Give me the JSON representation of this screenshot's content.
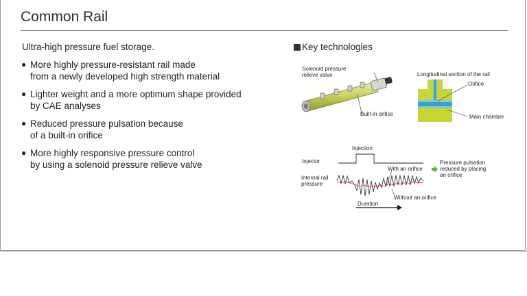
{
  "slide": {
    "title": "Common Rail",
    "subtitle": "Ultra-high pressure fuel storage.",
    "bullets": [
      {
        "marker": "●",
        "text": "More highly pressure-resistant rail made\n  from a newly developed high strength material"
      },
      {
        "marker": "●",
        "text": "Lighter weight and a more optimum shape provided\n  by CAE analyses"
      },
      {
        "marker": "●",
        "text": "Reduced pressure pulsation because\n  of a built-in orifice"
      },
      {
        "marker": "●",
        "text": "More highly responsive pressure control\n  by using a solenoid pressure relieve valve"
      }
    ],
    "key_heading": "Key technologies"
  },
  "rail_figure": {
    "solenoid_label": "Solenoid pressure\nrelieve valve",
    "orifice_label": "Built-in orifice"
  },
  "section_figure": {
    "title": "Longitudinal section of the rail",
    "orifice_label": "Orifice",
    "chamber_label": "Main chamber",
    "colors": {
      "body": "#c8d633",
      "chamber": "#3aa0c8",
      "duct": "#7fc8e0"
    }
  },
  "pulsation_figure": {
    "injection_label": "Injection",
    "injector_label": "Injector",
    "with_orifice_label": "With an orifice",
    "without_orifice_label": "Without an orifice",
    "rail_pressure_label": "Internal rail\npressure",
    "duration_label": "Duration",
    "result_label": "Pressure pulsation\nreduced by placing\nan orifice",
    "colors": {
      "with_orifice": "#e03030",
      "arrow": "#5bb53b"
    }
  }
}
